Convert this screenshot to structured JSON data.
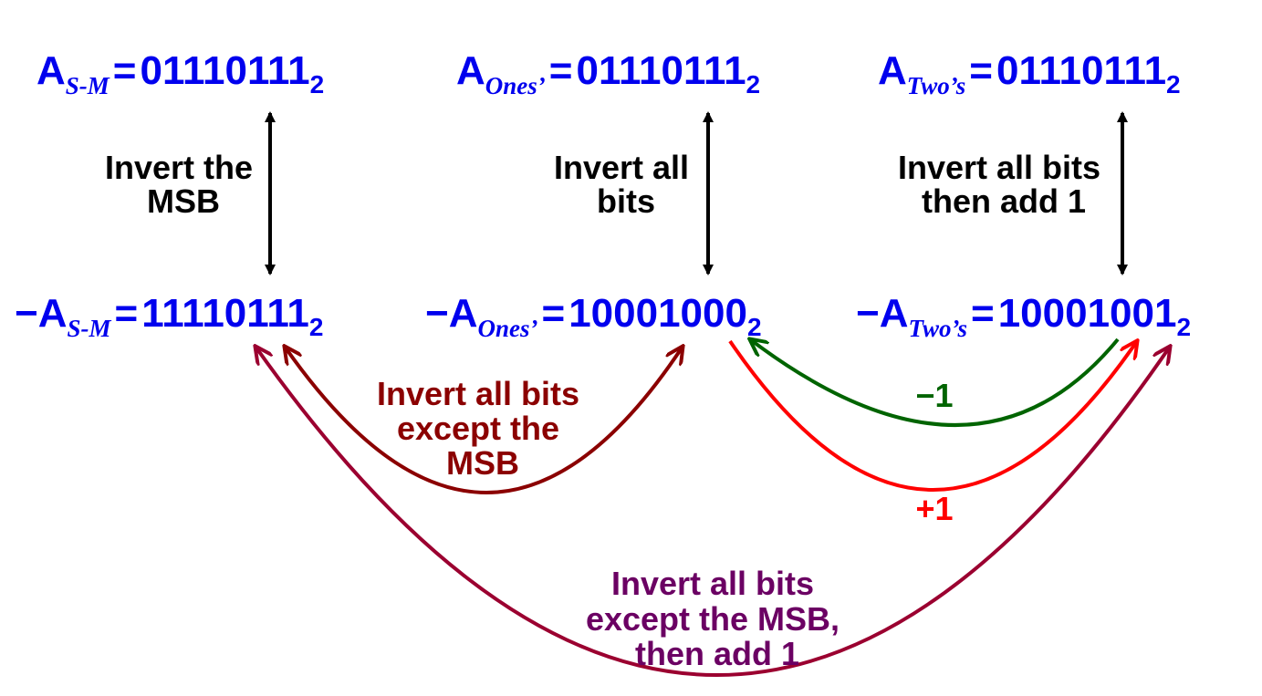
{
  "colors": {
    "number_blue": "#0000ee",
    "arrow_black": "#000000",
    "arrow_darkred": "#8b0000",
    "arrow_green": "#006400",
    "arrow_red": "#ff0000",
    "arrow_crimson": "#9b0030",
    "label_purple": "#6b0063"
  },
  "top_row": {
    "sign_magnitude": {
      "letter": "A",
      "subscript": "S-M",
      "equals": "=",
      "digits": "01110111",
      "base": "2"
    },
    "ones_complement": {
      "letter": "A",
      "subscript": "Ones’",
      "equals": "=",
      "digits": "01110111",
      "base": "2"
    },
    "twos_complement": {
      "letter": "A",
      "subscript": "Two’s",
      "equals": "=",
      "digits": "01110111",
      "base": "2"
    }
  },
  "bottom_row": {
    "sign_magnitude": {
      "minus": "−",
      "letter": "A",
      "subscript": "S-M",
      "equals": "=",
      "digits": "11110111",
      "base": "2"
    },
    "ones_complement": {
      "minus": "−",
      "letter": "A",
      "subscript": "Ones’",
      "equals": "=",
      "digits": "10001000",
      "base": "2"
    },
    "twos_complement": {
      "minus": "−",
      "letter": "A",
      "subscript": "Two’s",
      "equals": "=",
      "digits": "10001001",
      "base": "2"
    }
  },
  "labels": {
    "invert_msb": [
      "Invert the",
      "MSB"
    ],
    "invert_all_bits": [
      "Invert all",
      "bits"
    ],
    "invert_all_add_one": [
      "Invert all bits",
      "then add 1"
    ],
    "invert_except_msb": [
      "Invert all bits",
      "except the",
      "MSB"
    ],
    "minus_one": "−1",
    "plus_one": "+1",
    "invert_except_msb_add_one": [
      "Invert all bits",
      "except the MSB,",
      "then add 1"
    ]
  }
}
